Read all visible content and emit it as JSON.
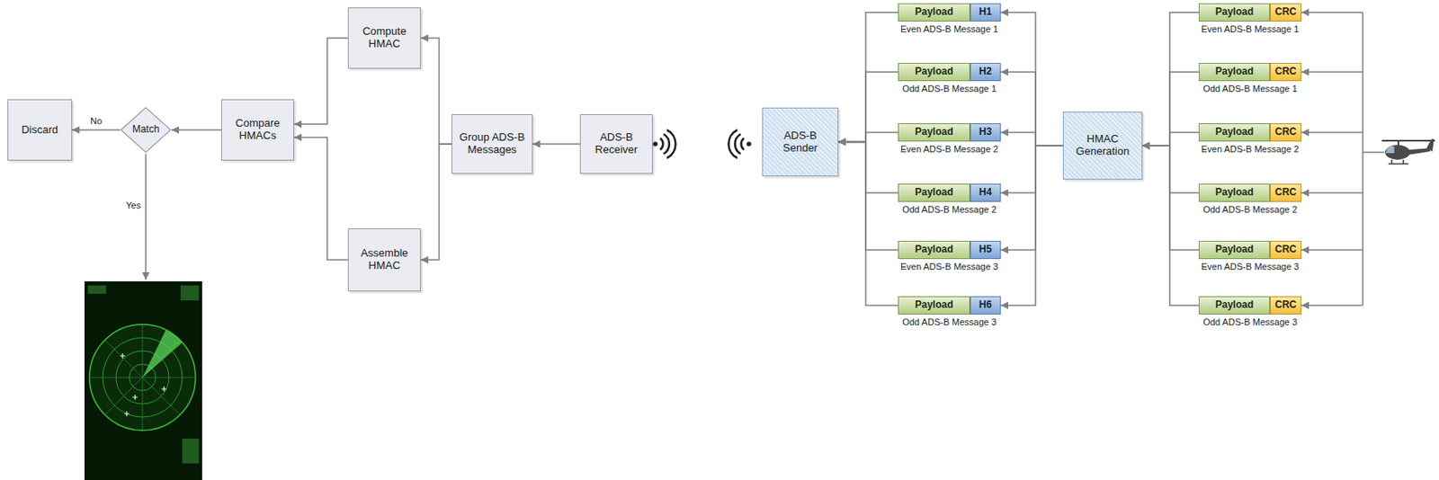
{
  "diagram": {
    "nodes": [
      {
        "text": [
          "Discard"
        ]
      },
      {
        "text": [
          "Match"
        ]
      },
      {
        "text": [
          "Compare HMACs"
        ]
      },
      {
        "text": [
          "Compute HMAC"
        ]
      },
      {
        "text": [
          "Assemble HMAC"
        ]
      },
      {
        "text": [
          "Group ADS-B Messages"
        ]
      },
      {
        "text": [
          "ADS-B Receiver"
        ]
      },
      {
        "text": [
          "ADS-B Sender"
        ]
      },
      {
        "text": [
          "Payload"
        ]
      },
      {
        "text": [
          "H1"
        ]
      },
      {
        "text": [
          "Payload"
        ]
      },
      {
        "text": [
          "H2"
        ]
      },
      {
        "text": [
          "Payload"
        ]
      },
      {
        "text": [
          "H3"
        ]
      },
      {
        "text": [
          "Payload"
        ]
      },
      {
        "text": [
          "H4"
        ]
      },
      {
        "text": [
          "Payload"
        ]
      },
      {
        "text": [
          "H5"
        ]
      },
      {
        "text": [
          "Payload"
        ]
      },
      {
        "text": [
          "H6"
        ]
      },
      {
        "text": [
          "HMAC Generation"
        ]
      },
      {
        "text": [
          "Payload"
        ]
      },
      {
        "text": [
          "CRC"
        ]
      },
      {
        "text": [
          "Payload"
        ]
      },
      {
        "text": [
          "CRC"
        ]
      },
      {
        "text": [
          "Payload"
        ]
      },
      {
        "text": [
          "CRC"
        ]
      },
      {
        "text": [
          "Payload"
        ]
      },
      {
        "text": [
          "CRC"
        ]
      },
      {
        "text": [
          "Payload"
        ]
      },
      {
        "text": [
          "CRC"
        ]
      },
      {
        "text": [
          "Payload"
        ]
      },
      {
        "text": [
          "CRC"
        ]
      }
    ],
    "edges": [
      {
        "from": 6,
        "to": 5,
        "arrow": "to"
      },
      {
        "from": 5,
        "to": 3,
        "arrow": "to"
      },
      {
        "from": 5,
        "to": 4,
        "arrow": "to"
      },
      {
        "from": 3,
        "to": 2,
        "arrow": "to"
      },
      {
        "from": 4,
        "to": 2,
        "arrow": "to"
      },
      {
        "from": 2,
        "to": 1,
        "arrow": "to"
      },
      {
        "from": 1,
        "to": 0,
        "label": "No",
        "arrow": "to"
      },
      {
        "from": 8,
        "to": 7,
        "arrow": "to"
      },
      {
        "from": 10,
        "to": 7,
        "arrow": "to"
      },
      {
        "from": 12,
        "to": 7,
        "arrow": "to"
      },
      {
        "from": 14,
        "to": 7,
        "arrow": "to"
      },
      {
        "from": 16,
        "to": 7,
        "arrow": "to"
      },
      {
        "from": 18,
        "to": 7,
        "arrow": "to"
      },
      {
        "from": 20,
        "to": 9,
        "arrow": "to"
      },
      {
        "from": 20,
        "to": 11,
        "arrow": "to"
      },
      {
        "from": 20,
        "to": 13,
        "arrow": "to"
      },
      {
        "from": 20,
        "to": 15,
        "arrow": "to"
      },
      {
        "from": 20,
        "to": 17,
        "arrow": "to"
      },
      {
        "from": 20,
        "to": 19,
        "arrow": "to"
      },
      {
        "from": 21,
        "to": 20,
        "arrow": "to"
      },
      {
        "from": 23,
        "to": 20,
        "arrow": "to"
      },
      {
        "from": 25,
        "to": 20,
        "arrow": "to"
      },
      {
        "from": 27,
        "to": 20,
        "arrow": "to"
      },
      {
        "from": 29,
        "to": 20,
        "arrow": "to"
      },
      {
        "from": 31,
        "to": 20,
        "arrow": "to"
      }
    ],
    "labels": [
      "Yes",
      "Even ADS-B Message 1",
      "Odd ADS-B Message 1",
      "Even ADS-B Message 2",
      "Odd ADS-B Message 2",
      "Even ADS-B Message 3",
      "Odd ADS-B Message 3",
      "Even ADS-B Message 1",
      "Odd ADS-B Message 1",
      "Even ADS-B Message 2",
      "Odd ADS-B Message 2",
      "Even ADS-B Message 3",
      "Odd ADS-B Message 3"
    ]
  }
}
